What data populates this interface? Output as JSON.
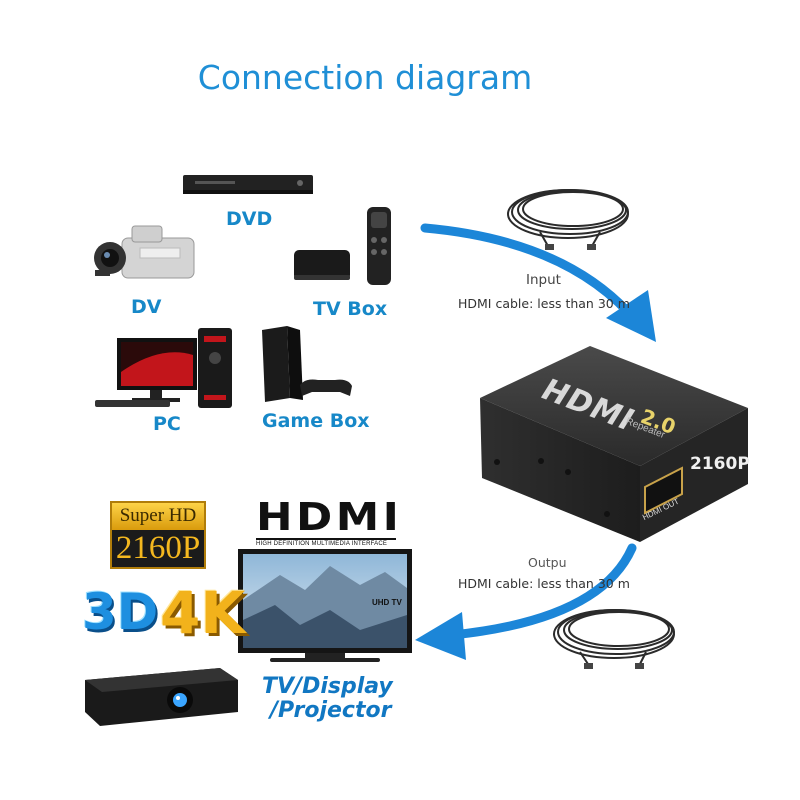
{
  "title": "Connection diagram",
  "sources": {
    "dvd": "DVD",
    "dv": "DV",
    "tvbox": "TV Box",
    "pc": "PC",
    "gamebox": "Game Box"
  },
  "input": {
    "heading": "Input",
    "cable": "HDMI cable: less than 30 m"
  },
  "output": {
    "heading": "Outpu",
    "cable": "HDMI cable: less than 30 m"
  },
  "device": {
    "brand": "HDMI",
    "version": "2.0",
    "sub": "Repeater",
    "resolution": "2160P",
    "port": "HDMI OUT"
  },
  "badges": {
    "superhd_top": "Super HD",
    "superhd_bottom": "2160P",
    "three_d": "3D",
    "four_k": "4K"
  },
  "hdmi_logo": {
    "word": "HDMI",
    "tagline": "HIGH DEFINITION MULTIMEDIA INTERFACE"
  },
  "tv": {
    "screen_text": "UHD TV"
  },
  "target": {
    "line1": "TV/Display",
    "line2": "/Projector"
  },
  "colors": {
    "accent": "#1f8fd6",
    "arrow": "#1c86d8",
    "badge_gold": "#f2b21b",
    "label_blue": "#1788c8"
  }
}
